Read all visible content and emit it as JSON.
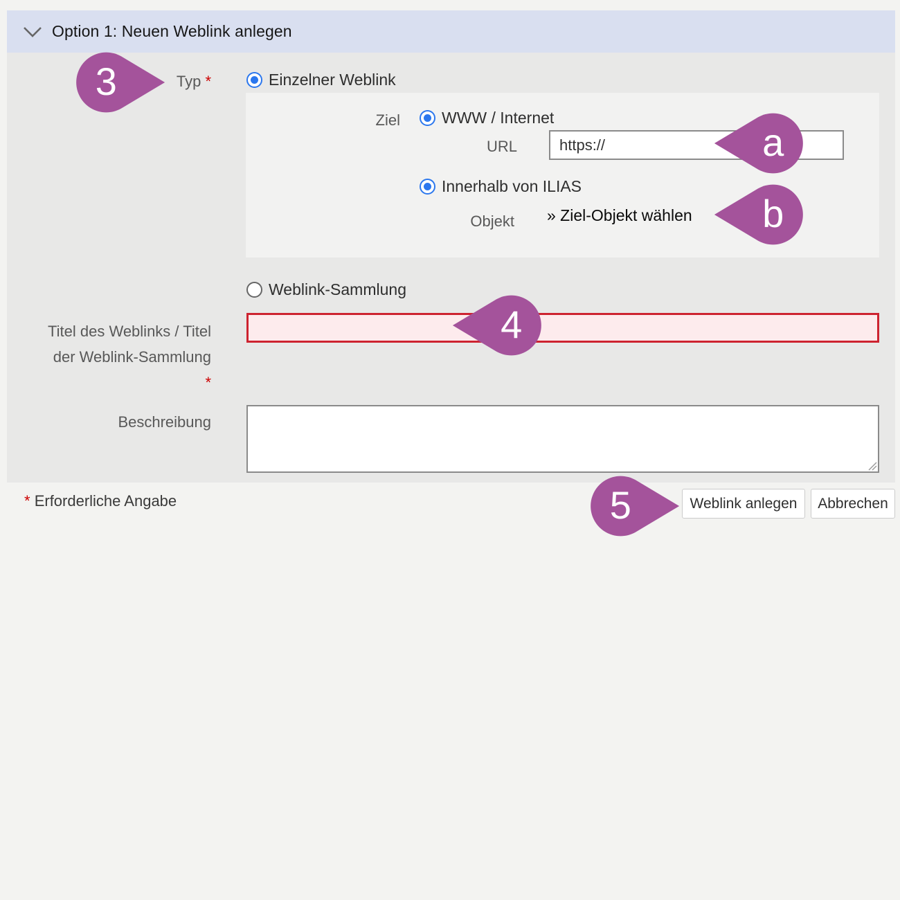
{
  "panel": {
    "title": "Option 1: Neuen Weblink anlegen"
  },
  "form": {
    "typ_label": "Typ",
    "required_mark": "*",
    "type_options": {
      "single": "Einzelner Weblink",
      "collection": "Weblink-Sammlung"
    },
    "ziel": {
      "label": "Ziel",
      "www_option": "WWW / Internet",
      "url_label": "URL",
      "url_value": "https://",
      "ilias_option": "Innerhalb von ILIAS",
      "objekt_label": "Objekt",
      "objekt_link": "» Ziel-Objekt wählen"
    },
    "titel_label_line1": "Titel des Weblinks / Titel",
    "titel_label_line2": "der Weblink-Sammlung",
    "titel_value": "",
    "beschreibung_label": "Beschreibung",
    "beschreibung_value": ""
  },
  "footer": {
    "required_star": "*",
    "required_note": "Erforderliche Angabe",
    "submit_label": "Weblink anlegen",
    "cancel_label": "Abbrechen"
  },
  "markers": {
    "step3": "3",
    "a": "a",
    "b": "b",
    "step4": "4",
    "step5": "5"
  },
  "colors": {
    "marker_purple": "#a4539b",
    "radio_blue": "#2b77ee",
    "required_red": "#cc0000",
    "error_border_red": "#cd2330",
    "error_bg_pink": "#fdebed",
    "header_bg": "#d9dff0",
    "form_bg": "#e8e8e7",
    "subpanel_bg": "#f2f2f1"
  }
}
